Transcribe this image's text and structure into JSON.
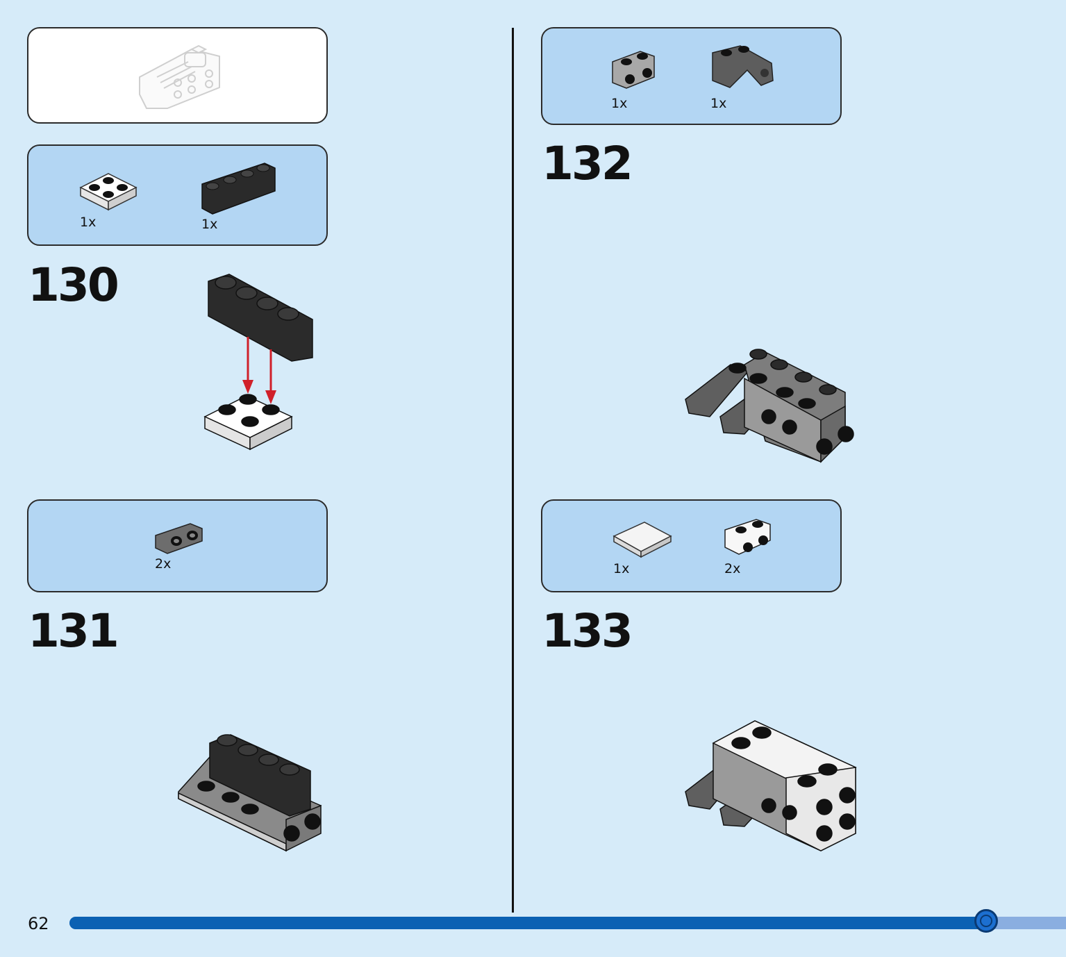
{
  "page": {
    "number": "62",
    "progress_fraction": 0.92
  },
  "steps": [
    {
      "number": "130",
      "parts": [
        {
          "qty": "1x"
        },
        {
          "qty": "1x"
        }
      ]
    },
    {
      "number": "131",
      "parts": [
        {
          "qty": "2x"
        }
      ]
    },
    {
      "number": "132",
      "parts": [
        {
          "qty": "1x"
        },
        {
          "qty": "1x"
        }
      ]
    },
    {
      "number": "133",
      "parts": [
        {
          "qty": "1x"
        },
        {
          "qty": "2x"
        }
      ]
    }
  ],
  "colors": {
    "background": "#d6ebf9",
    "parts_box": "#b3d6f3",
    "progress_fill": "#0b61b3",
    "arrow": "#d0202a"
  }
}
